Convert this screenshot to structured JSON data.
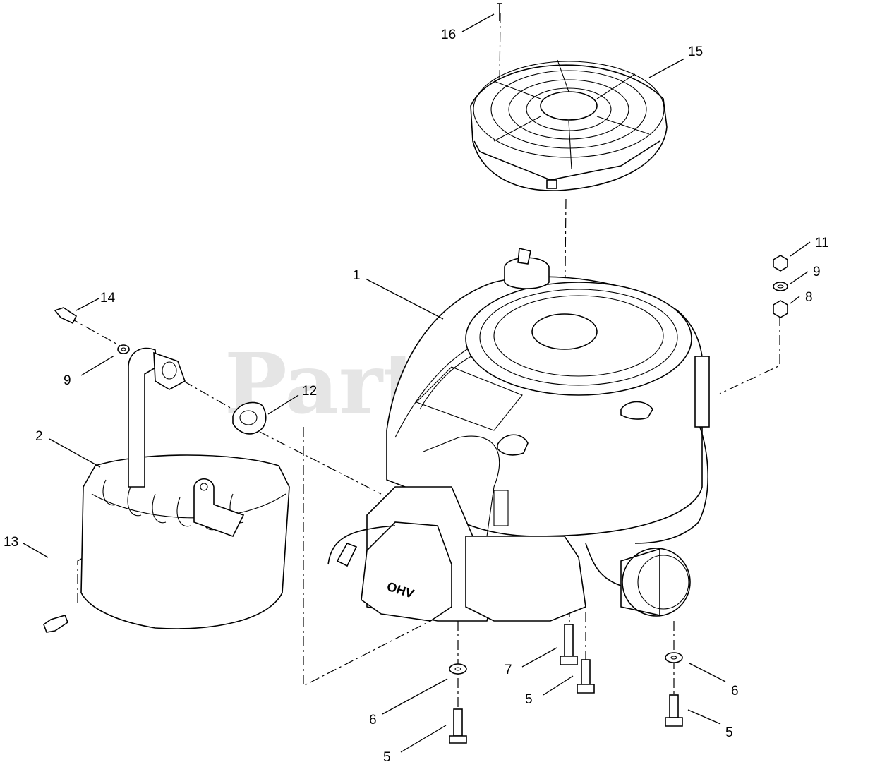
{
  "watermark": "PartsTree",
  "callouts": [
    {
      "id": "c1",
      "label": "1"
    },
    {
      "id": "c2",
      "label": "2"
    },
    {
      "id": "c5a",
      "label": "5"
    },
    {
      "id": "c5b",
      "label": "5"
    },
    {
      "id": "c5c",
      "label": "5"
    },
    {
      "id": "c6a",
      "label": "6"
    },
    {
      "id": "c6b",
      "label": "6"
    },
    {
      "id": "c7",
      "label": "7"
    },
    {
      "id": "c8",
      "label": "8"
    },
    {
      "id": "c9a",
      "label": "9"
    },
    {
      "id": "c9b",
      "label": "9"
    },
    {
      "id": "c11",
      "label": "11"
    },
    {
      "id": "c12",
      "label": "12"
    },
    {
      "id": "c13",
      "label": "13"
    },
    {
      "id": "c14",
      "label": "14"
    },
    {
      "id": "c15",
      "label": "15"
    },
    {
      "id": "c16",
      "label": "16"
    }
  ],
  "engine_badge": "OHV"
}
